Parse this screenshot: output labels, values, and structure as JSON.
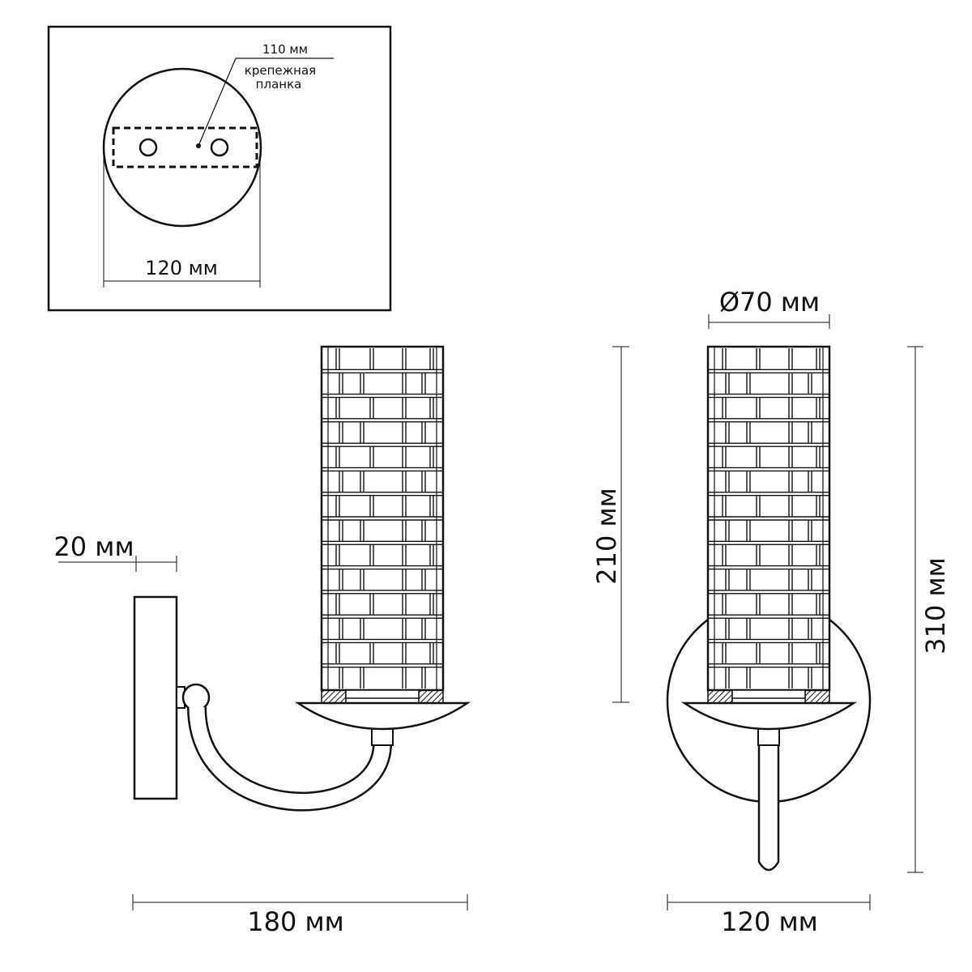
{
  "inset": {
    "mount_plate_label_line1": "крепежная",
    "mount_plate_label_line2": "планка",
    "mount_spacing": "110 мм",
    "base_diameter": "120 мм"
  },
  "side_view": {
    "base_depth": "20 мм",
    "total_depth": "180 мм"
  },
  "front_view": {
    "shade_diameter": "Ø70 мм",
    "shade_height": "210 мм",
    "total_height": "310 мм",
    "total_width": "120 мм"
  },
  "colors": {
    "line": "#111111",
    "background": "#ffffff"
  }
}
